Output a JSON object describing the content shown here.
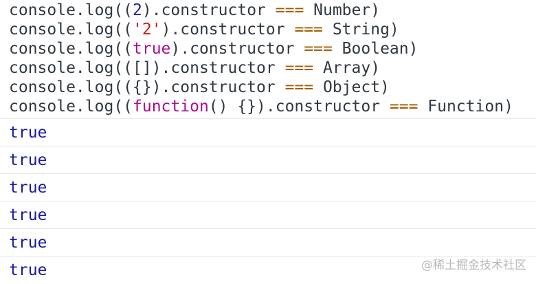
{
  "input": {
    "lines": [
      [
        {
          "t": "console.log((",
          "c": "plain"
        },
        {
          "t": "2",
          "c": "num"
        },
        {
          "t": ").constructor ",
          "c": "plain"
        },
        {
          "t": "===",
          "c": "op"
        },
        {
          "t": " Number)",
          "c": "plain"
        }
      ],
      [
        {
          "t": "console.log((",
          "c": "plain"
        },
        {
          "t": "'2'",
          "c": "str"
        },
        {
          "t": ").constructor ",
          "c": "plain"
        },
        {
          "t": "===",
          "c": "op"
        },
        {
          "t": " String)",
          "c": "plain"
        }
      ],
      [
        {
          "t": "console.log((",
          "c": "plain"
        },
        {
          "t": "true",
          "c": "kw"
        },
        {
          "t": ").constructor ",
          "c": "plain"
        },
        {
          "t": "===",
          "c": "op"
        },
        {
          "t": " Boolean)",
          "c": "plain"
        }
      ],
      [
        {
          "t": "console.log(([]).constructor ",
          "c": "plain"
        },
        {
          "t": "===",
          "c": "op"
        },
        {
          "t": " Array)",
          "c": "plain"
        }
      ],
      [
        {
          "t": "console.log(({}).constructor ",
          "c": "plain"
        },
        {
          "t": "===",
          "c": "op"
        },
        {
          "t": " Object)",
          "c": "plain"
        }
      ],
      [
        {
          "t": "console.log((",
          "c": "plain"
        },
        {
          "t": "function",
          "c": "kw"
        },
        {
          "t": "() {}).constructor ",
          "c": "plain"
        },
        {
          "t": "===",
          "c": "op"
        },
        {
          "t": " Function)",
          "c": "plain"
        }
      ]
    ]
  },
  "outputs": [
    "true",
    "true",
    "true",
    "true",
    "true",
    "true"
  ],
  "watermark": "@稀土掘金技术社区",
  "colors": {
    "number": "#1a1aa6",
    "string": "#c41a16",
    "keyword": "#aa0d91",
    "operator": "#a65c00",
    "plain": "#303942",
    "output_boolean": "#1a1aa6"
  }
}
